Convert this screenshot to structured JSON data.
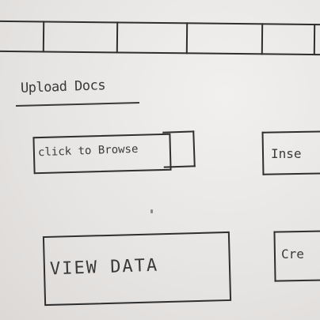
{
  "navbar": {
    "tab_count": 5
  },
  "upload_section": {
    "heading": "Upload Docs",
    "browse_button_label": "click to Browse"
  },
  "buttons": {
    "insert_label": "Inse",
    "view_data_label": "VIEW DATA",
    "create_label": "Cre"
  },
  "colors": {
    "ink": "#2f2f2f",
    "paper": "#e9e7e6"
  }
}
